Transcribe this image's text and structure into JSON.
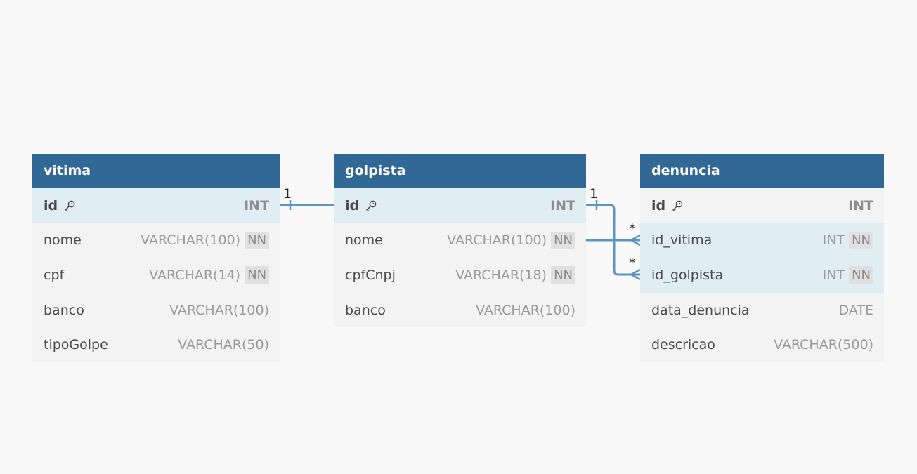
{
  "tables": {
    "vitima": {
      "name": "vitima",
      "rows": [
        {
          "name": "id",
          "type": "INT",
          "pk": true,
          "nn": ""
        },
        {
          "name": "nome",
          "type": "VARCHAR(100)",
          "nn": "NN"
        },
        {
          "name": "cpf",
          "type": "VARCHAR(14)",
          "nn": "NN"
        },
        {
          "name": "banco",
          "type": "VARCHAR(100)",
          "nn": ""
        },
        {
          "name": "tipoGolpe",
          "type": "VARCHAR(50)",
          "nn": ""
        }
      ]
    },
    "golpista": {
      "name": "golpista",
      "rows": [
        {
          "name": "id",
          "type": "INT",
          "pk": true,
          "nn": ""
        },
        {
          "name": "nome",
          "type": "VARCHAR(100)",
          "nn": "NN"
        },
        {
          "name": "cpfCnpj",
          "type": "VARCHAR(18)",
          "nn": "NN"
        },
        {
          "name": "banco",
          "type": "VARCHAR(100)",
          "nn": ""
        }
      ]
    },
    "denuncia": {
      "name": "denuncia",
      "rows": [
        {
          "name": "id",
          "type": "INT",
          "pk": true,
          "nn": ""
        },
        {
          "name": "id_vitima",
          "type": "INT",
          "nn": "NN"
        },
        {
          "name": "id_golpista",
          "type": "INT",
          "nn": "NN"
        },
        {
          "name": "data_denuncia",
          "type": "DATE",
          "nn": ""
        },
        {
          "name": "descricao",
          "type": "VARCHAR(500)",
          "nn": ""
        }
      ]
    }
  },
  "relationships": {
    "vitima_one": "1",
    "golpista_one": "1",
    "denuncia_many_vitima": "*",
    "denuncia_many_golpista": "*"
  },
  "colors": {
    "header": "#326895",
    "connector": "#5b95c6",
    "highlight_row": "#e0edf3",
    "table_body": "#f3f3f3",
    "background": "#f9f9f9"
  },
  "icons": {
    "primary_key": "key-icon"
  }
}
